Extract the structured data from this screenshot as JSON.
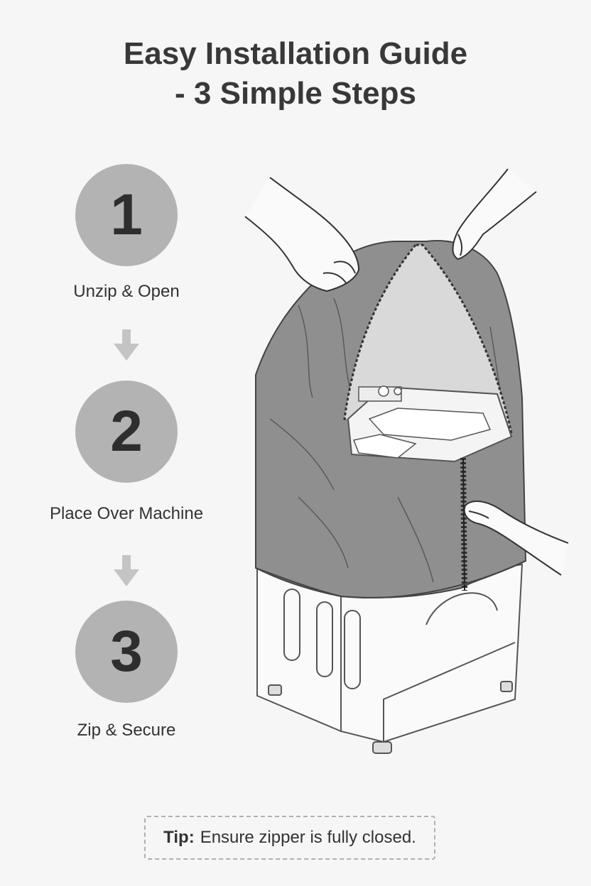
{
  "title": {
    "line1": "Easy Installation Guide",
    "line2": "- 3 Simple Steps"
  },
  "steps": [
    {
      "number": "1",
      "label": "Unzip & Open"
    },
    {
      "number": "2",
      "label": "Place Over Machine"
    },
    {
      "number": "3",
      "label": "Zip & Secure"
    }
  ],
  "tip": {
    "prefix": "Tip:",
    "text": "Ensure zipper is fully closed."
  },
  "colors": {
    "circle": "#b3b3b3",
    "cover": "#8f8f8f",
    "arrow": "#c4c4c4"
  }
}
